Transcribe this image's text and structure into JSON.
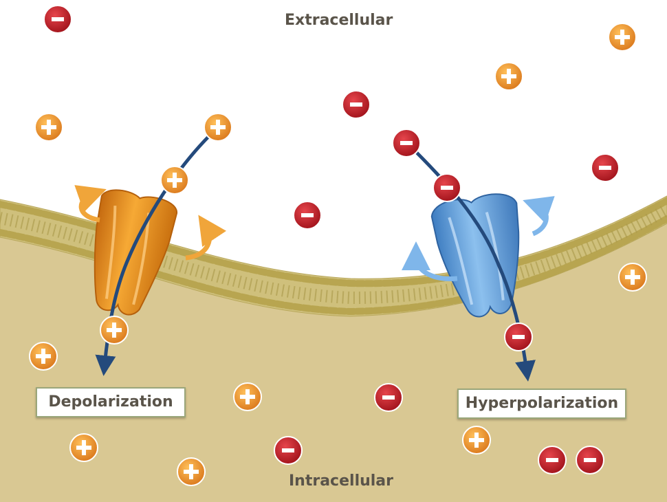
{
  "regions": {
    "top": "Extracellular",
    "bottom": "Intracellular"
  },
  "channels": {
    "left_label": "Depolarization",
    "right_label": "Hyperpolarization"
  },
  "colors": {
    "cytoplasm": "#d9c893",
    "membrane_head": "#c8b660",
    "cation_ring": "#e08a1e",
    "anion_fill": "#c4202a",
    "cation_channel": "#ef9a22",
    "anion_channel": "#5f9fd9",
    "flow_arrow": "#244a7c"
  },
  "ion_glyphs": {
    "cation": "plus",
    "anion": "minus"
  }
}
